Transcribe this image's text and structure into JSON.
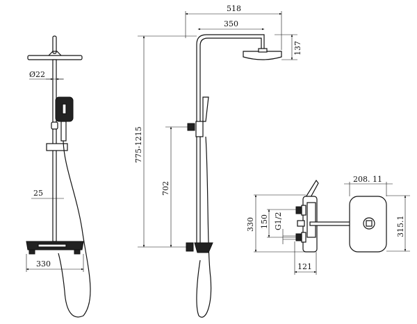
{
  "drawing": {
    "front_view": {
      "diameter_label": "Ø22",
      "offset_label": "25",
      "tray_width_label": "330"
    },
    "side_view": {
      "total_width_label": "518",
      "arm_length_label": "350",
      "head_height_label": "137",
      "height_range_label": "775-1215",
      "valve_height_label": "702"
    },
    "valve_view": {
      "plate_width_label": "208. 11",
      "plate_height_label": "315.1",
      "body_height_label": "330",
      "inlet_spacing_label": "150",
      "thread_label": "G1/2",
      "depth_label": "121"
    }
  }
}
